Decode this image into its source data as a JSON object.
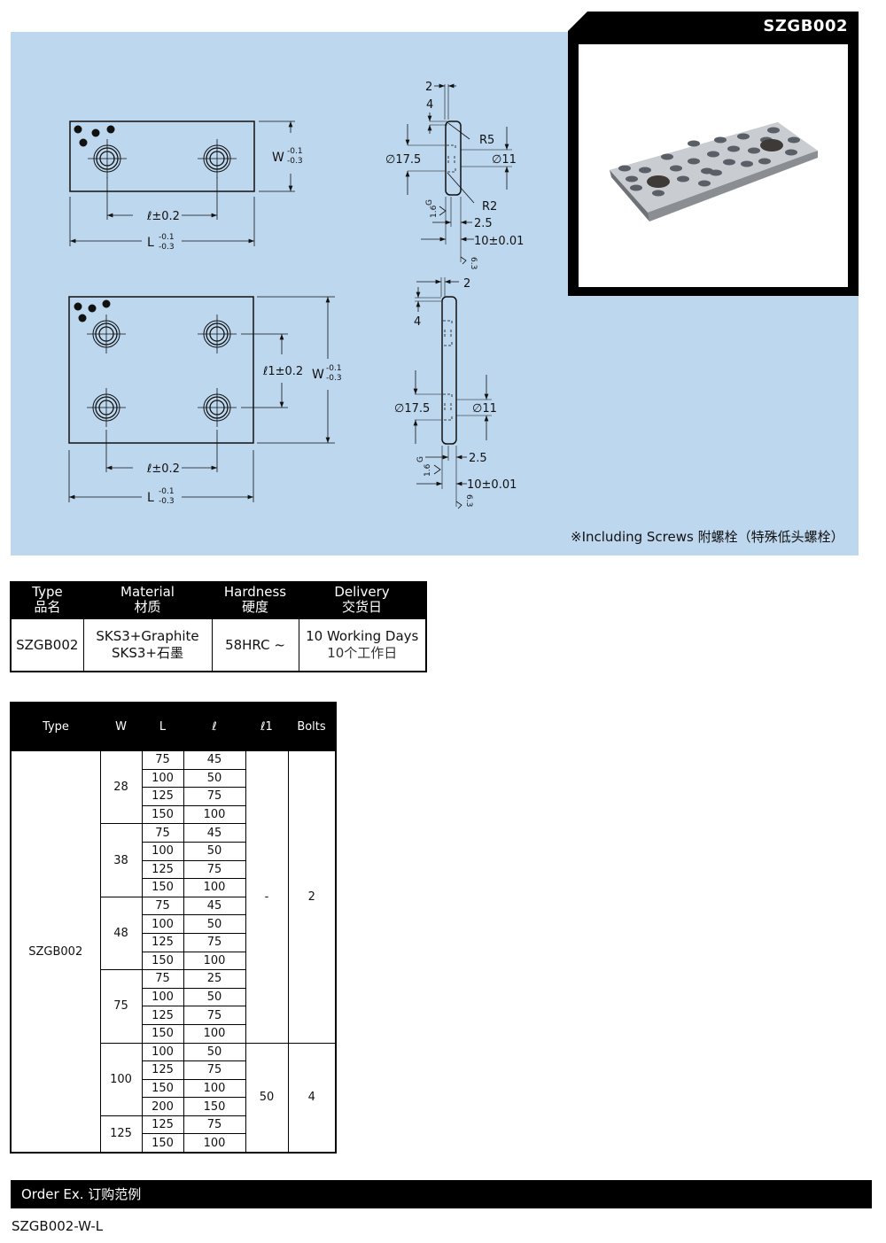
{
  "product_code": "SZGB002",
  "drawing": {
    "top_view_2bolt": {
      "width_label": "W",
      "width_tol_upper": "-0.1",
      "width_tol_lower": "-0.3",
      "pitch_label": "ℓ±0.2",
      "length_label": "L",
      "length_tol_upper": "-0.1",
      "length_tol_lower": "-0.3"
    },
    "top_view_4bolt": {
      "pitch1_label": "ℓ1±0.2",
      "width_label": "W",
      "width_tol_upper": "-0.1",
      "width_tol_lower": "-0.3",
      "pitch_label": "ℓ±0.2",
      "length_label": "L",
      "length_tol_upper": "-0.1",
      "length_tol_lower": "-0.3"
    },
    "side_view_1": {
      "dim_2": "2",
      "dim_4": "4",
      "r5": "R5",
      "r2": "R2",
      "dia_175": "∅17.5",
      "dia_11": "∅11",
      "dim_25": "2.5",
      "thickness": "10±0.01",
      "rough_g": "G",
      "rough_16": "1.6",
      "rough_63": "6.3"
    },
    "side_view_2": {
      "dim_2": "2",
      "dim_4": "4",
      "dia_175": "∅17.5",
      "dia_11": "∅11",
      "dim_25": "2.5",
      "thickness": "10±0.01",
      "rough_g": "G",
      "rough_16": "1.6",
      "rough_63": "6.3"
    },
    "screws_note": "※Including Screws 附螺栓（特殊低头螺栓）"
  },
  "photo": {
    "title": "SZGB002",
    "alt": "Graphite-plugged wear plate photo"
  },
  "spec_table": {
    "headers": [
      {
        "en": "Type",
        "cn": "品名"
      },
      {
        "en": "Material",
        "cn": "材质"
      },
      {
        "en": "Hardness",
        "cn": "硬度"
      },
      {
        "en": "Delivery",
        "cn": "交货日"
      }
    ],
    "row": {
      "type": "SZGB002",
      "material_en": "SKS3+Graphite",
      "material_cn": "SKS3+石墨",
      "hardness": "58HRC ~",
      "delivery_en": "10 Working Days",
      "delivery_cn": "10个工作日"
    }
  },
  "size_table": {
    "headers": [
      "Type",
      "W",
      "L",
      "ℓ",
      "ℓ1",
      "Bolts"
    ],
    "type": "SZGB002",
    "groups": [
      {
        "W": "28",
        "rows": [
          [
            "75",
            "45"
          ],
          [
            "100",
            "50"
          ],
          [
            "125",
            "75"
          ],
          [
            "150",
            "100"
          ]
        ]
      },
      {
        "W": "38",
        "rows": [
          [
            "75",
            "45"
          ],
          [
            "100",
            "50"
          ],
          [
            "125",
            "75"
          ],
          [
            "150",
            "100"
          ]
        ]
      },
      {
        "W": "48",
        "rows": [
          [
            "75",
            "45"
          ],
          [
            "100",
            "50"
          ],
          [
            "125",
            "75"
          ],
          [
            "150",
            "100"
          ]
        ]
      },
      {
        "W": "75",
        "rows": [
          [
            "75",
            "25"
          ],
          [
            "100",
            "50"
          ],
          [
            "125",
            "75"
          ],
          [
            "150",
            "100"
          ]
        ]
      },
      {
        "W": "100",
        "rows": [
          [
            "100",
            "50"
          ],
          [
            "125",
            "75"
          ],
          [
            "150",
            "100"
          ],
          [
            "200",
            "150"
          ]
        ]
      },
      {
        "W": "125",
        "rows": [
          [
            "125",
            "75"
          ],
          [
            "150",
            "100"
          ]
        ]
      }
    ],
    "l1_2bolt": "-",
    "bolts_2bolt": "2",
    "l1_4bolt": "50",
    "bolts_4bolt": "4"
  },
  "order": {
    "header": "Order Ex. 订购范例",
    "example": "SZGB002-W-L"
  }
}
